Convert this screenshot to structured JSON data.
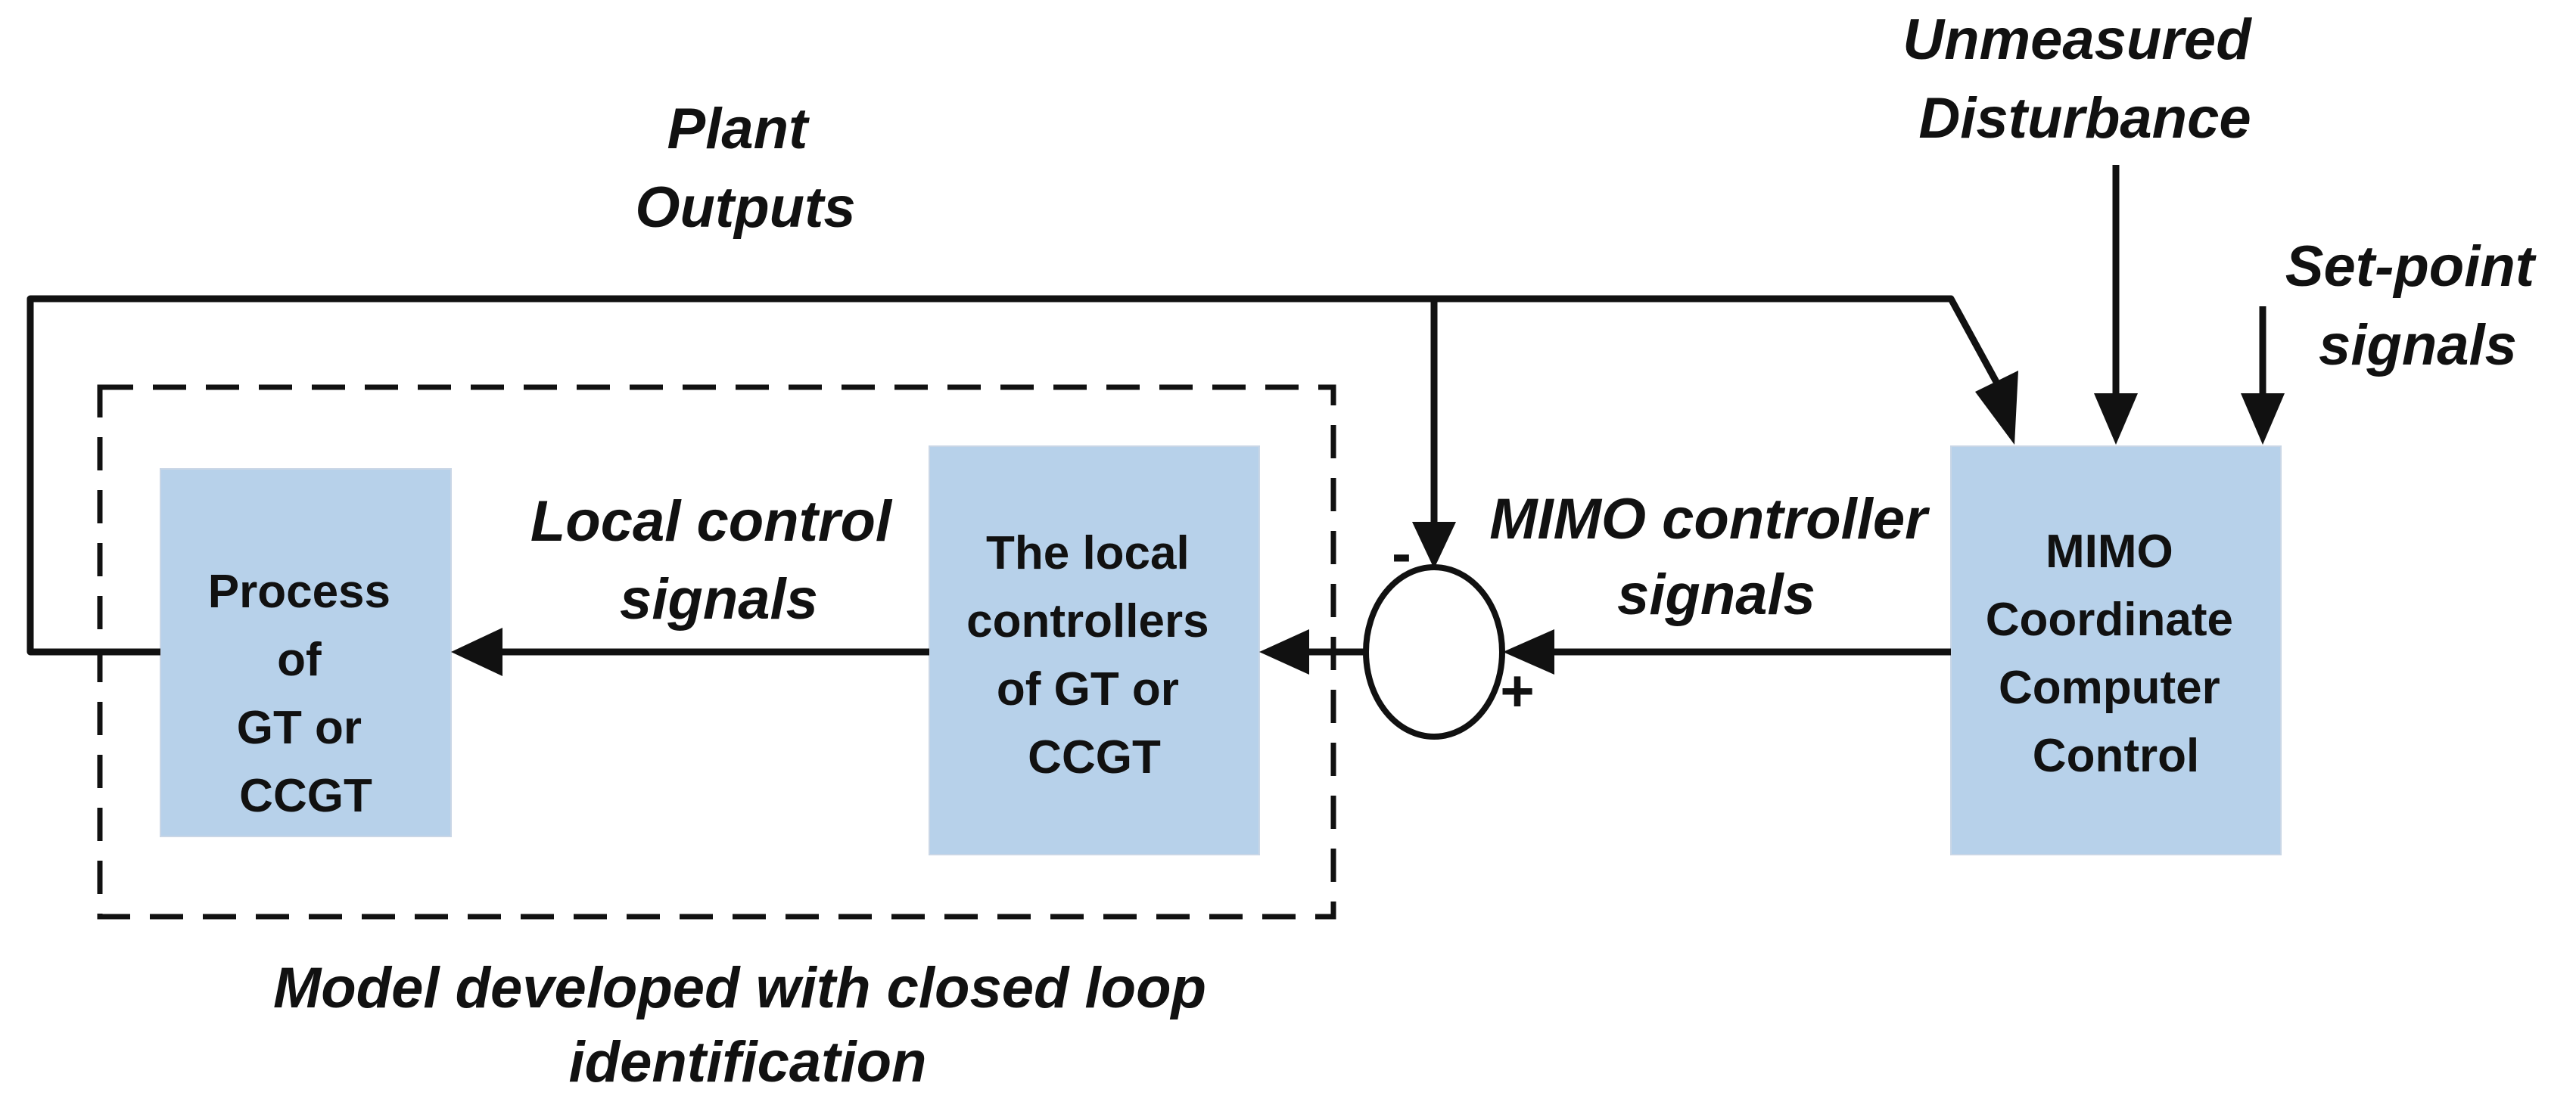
{
  "colors": {
    "block_fill": "#b7d1ea",
    "line": "#111111",
    "background": "#ffffff"
  },
  "blocks": {
    "process": [
      "Process",
      "of",
      "GT or",
      "CCGT"
    ],
    "local_controllers": [
      "The local",
      "controllers",
      "of GT or",
      "CCGT"
    ],
    "mimo": [
      "MIMO",
      "Coordinate",
      "Computer",
      "Control"
    ]
  },
  "labels": {
    "plant_outputs": [
      "Plant",
      "Outputs"
    ],
    "unmeasured_disturbance": [
      "Unmeasured",
      "Disturbance"
    ],
    "setpoint_signals": [
      "Set-point",
      "signals"
    ],
    "local_control_signals": [
      "Local control",
      "signals"
    ],
    "mimo_controller_signals": [
      "MIMO controller",
      "signals"
    ],
    "model_caption": [
      "Model developed with closed loop",
      "identification"
    ]
  },
  "summing_junction": {
    "minus_sign": "-",
    "plus_sign": "+"
  }
}
